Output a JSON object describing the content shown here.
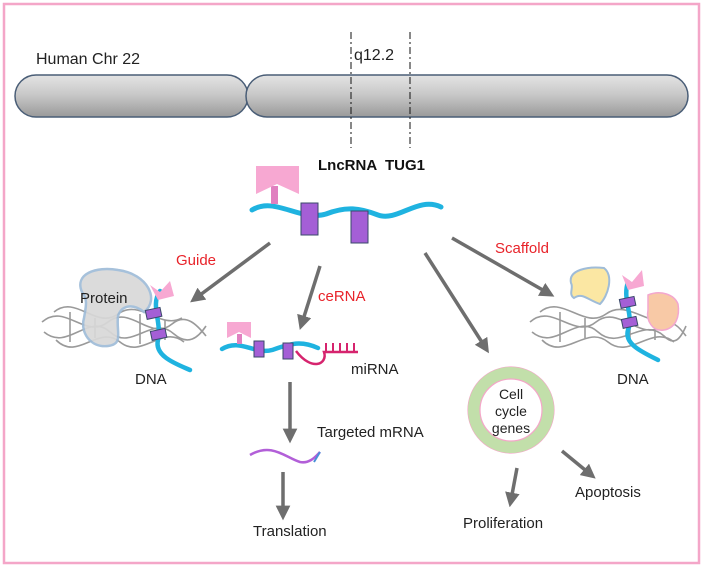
{
  "chromosome": {
    "label": "Human Chr 22",
    "band": "q12.2"
  },
  "gene": {
    "label": "LncRNA  TUG1"
  },
  "mechanisms": {
    "guide": "Guide",
    "cerna": "ceRNA",
    "scaffold": "Scaffold"
  },
  "labels": {
    "protein": "Protein",
    "dna_left": "DNA",
    "dna_right": "DNA",
    "mirna": "miRNA",
    "targeted_mrna": "Targeted mRNA",
    "translation": "Translation",
    "cell_cycle_line1": "Cell",
    "cell_cycle_line2": "cycle",
    "cell_cycle_line3": "genes",
    "proliferation": "Proliferation",
    "apoptosis": "Apoptosis"
  },
  "colors": {
    "frame": "#f4a6c8",
    "rna": "#1fb3e0",
    "exon": "#a45fd6",
    "cap": "#f7a8d2",
    "mechanism_text": "#e8232a",
    "mirna": "#d6246e",
    "mrna": "#b25fd8",
    "arrow": "#6e6e6e",
    "chromosome": "#c8c8c8",
    "ring": "#c2dfaa"
  }
}
